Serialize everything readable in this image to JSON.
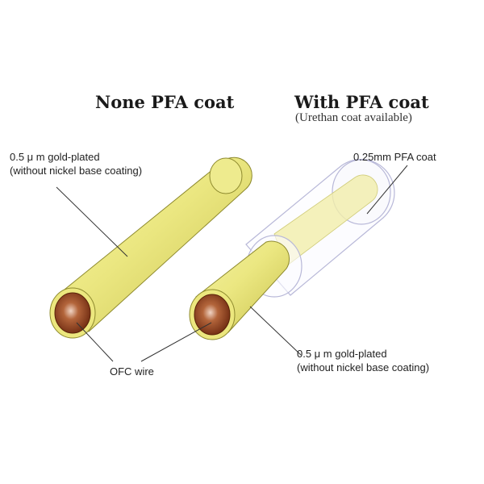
{
  "left_panel": {
    "title": "None PFA coat",
    "label_plating_line1": "0.5 μ m gold-plated",
    "label_plating_line2": "(without nickel base coating)",
    "label_wire": "OFC wire"
  },
  "right_panel": {
    "title": "With PFA coat",
    "subtitle": "(Urethan coat available)",
    "label_coat": "0.25mm PFA coat",
    "label_plating_line1": "0.5 μ m gold-plated",
    "label_plating_line2": "(without nickel base coating)"
  },
  "colors": {
    "gold": "#e6e27a",
    "gold_dark": "#c9c24e",
    "copper": "#9c4a22",
    "pfa_outline": "#b8b8d8"
  }
}
